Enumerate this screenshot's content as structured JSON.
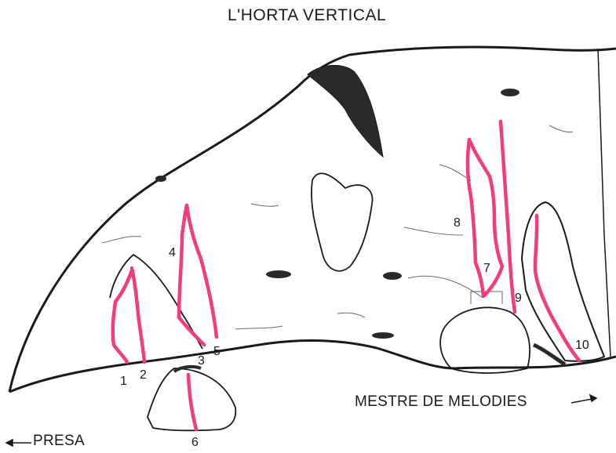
{
  "title": "L'HORTA VERTICAL",
  "labels": {
    "right_direction": "MESTRE DE MELODIES",
    "left_direction": "PRESA"
  },
  "route_numbers": [
    "1",
    "2",
    "3",
    "4",
    "5",
    "6",
    "7",
    "8",
    "9",
    "10"
  ],
  "colors": {
    "route_line": "#f23d7a",
    "ink": "#1a1a1a",
    "background": "#ffffff"
  },
  "icons": {
    "right_arrow": "arrow-right-icon",
    "left_arrow": "arrow-left-icon"
  }
}
